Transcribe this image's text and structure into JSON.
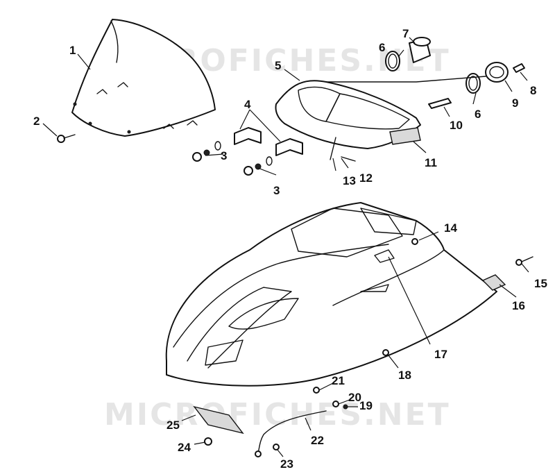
{
  "watermarks": [
    "MICROFICHES.NET",
    "MICROFICHES.NET"
  ],
  "callouts": [
    "1",
    "2",
    "3",
    "3",
    "4",
    "5",
    "6",
    "6",
    "7",
    "8",
    "9",
    "10",
    "11",
    "12",
    "13",
    "14",
    "15",
    "16",
    "17",
    "18",
    "19",
    "20",
    "21",
    "22",
    "23",
    "24",
    "25"
  ],
  "colors": {
    "line": "#111111",
    "background": "#ffffff",
    "watermark": "#cfcfcf"
  }
}
